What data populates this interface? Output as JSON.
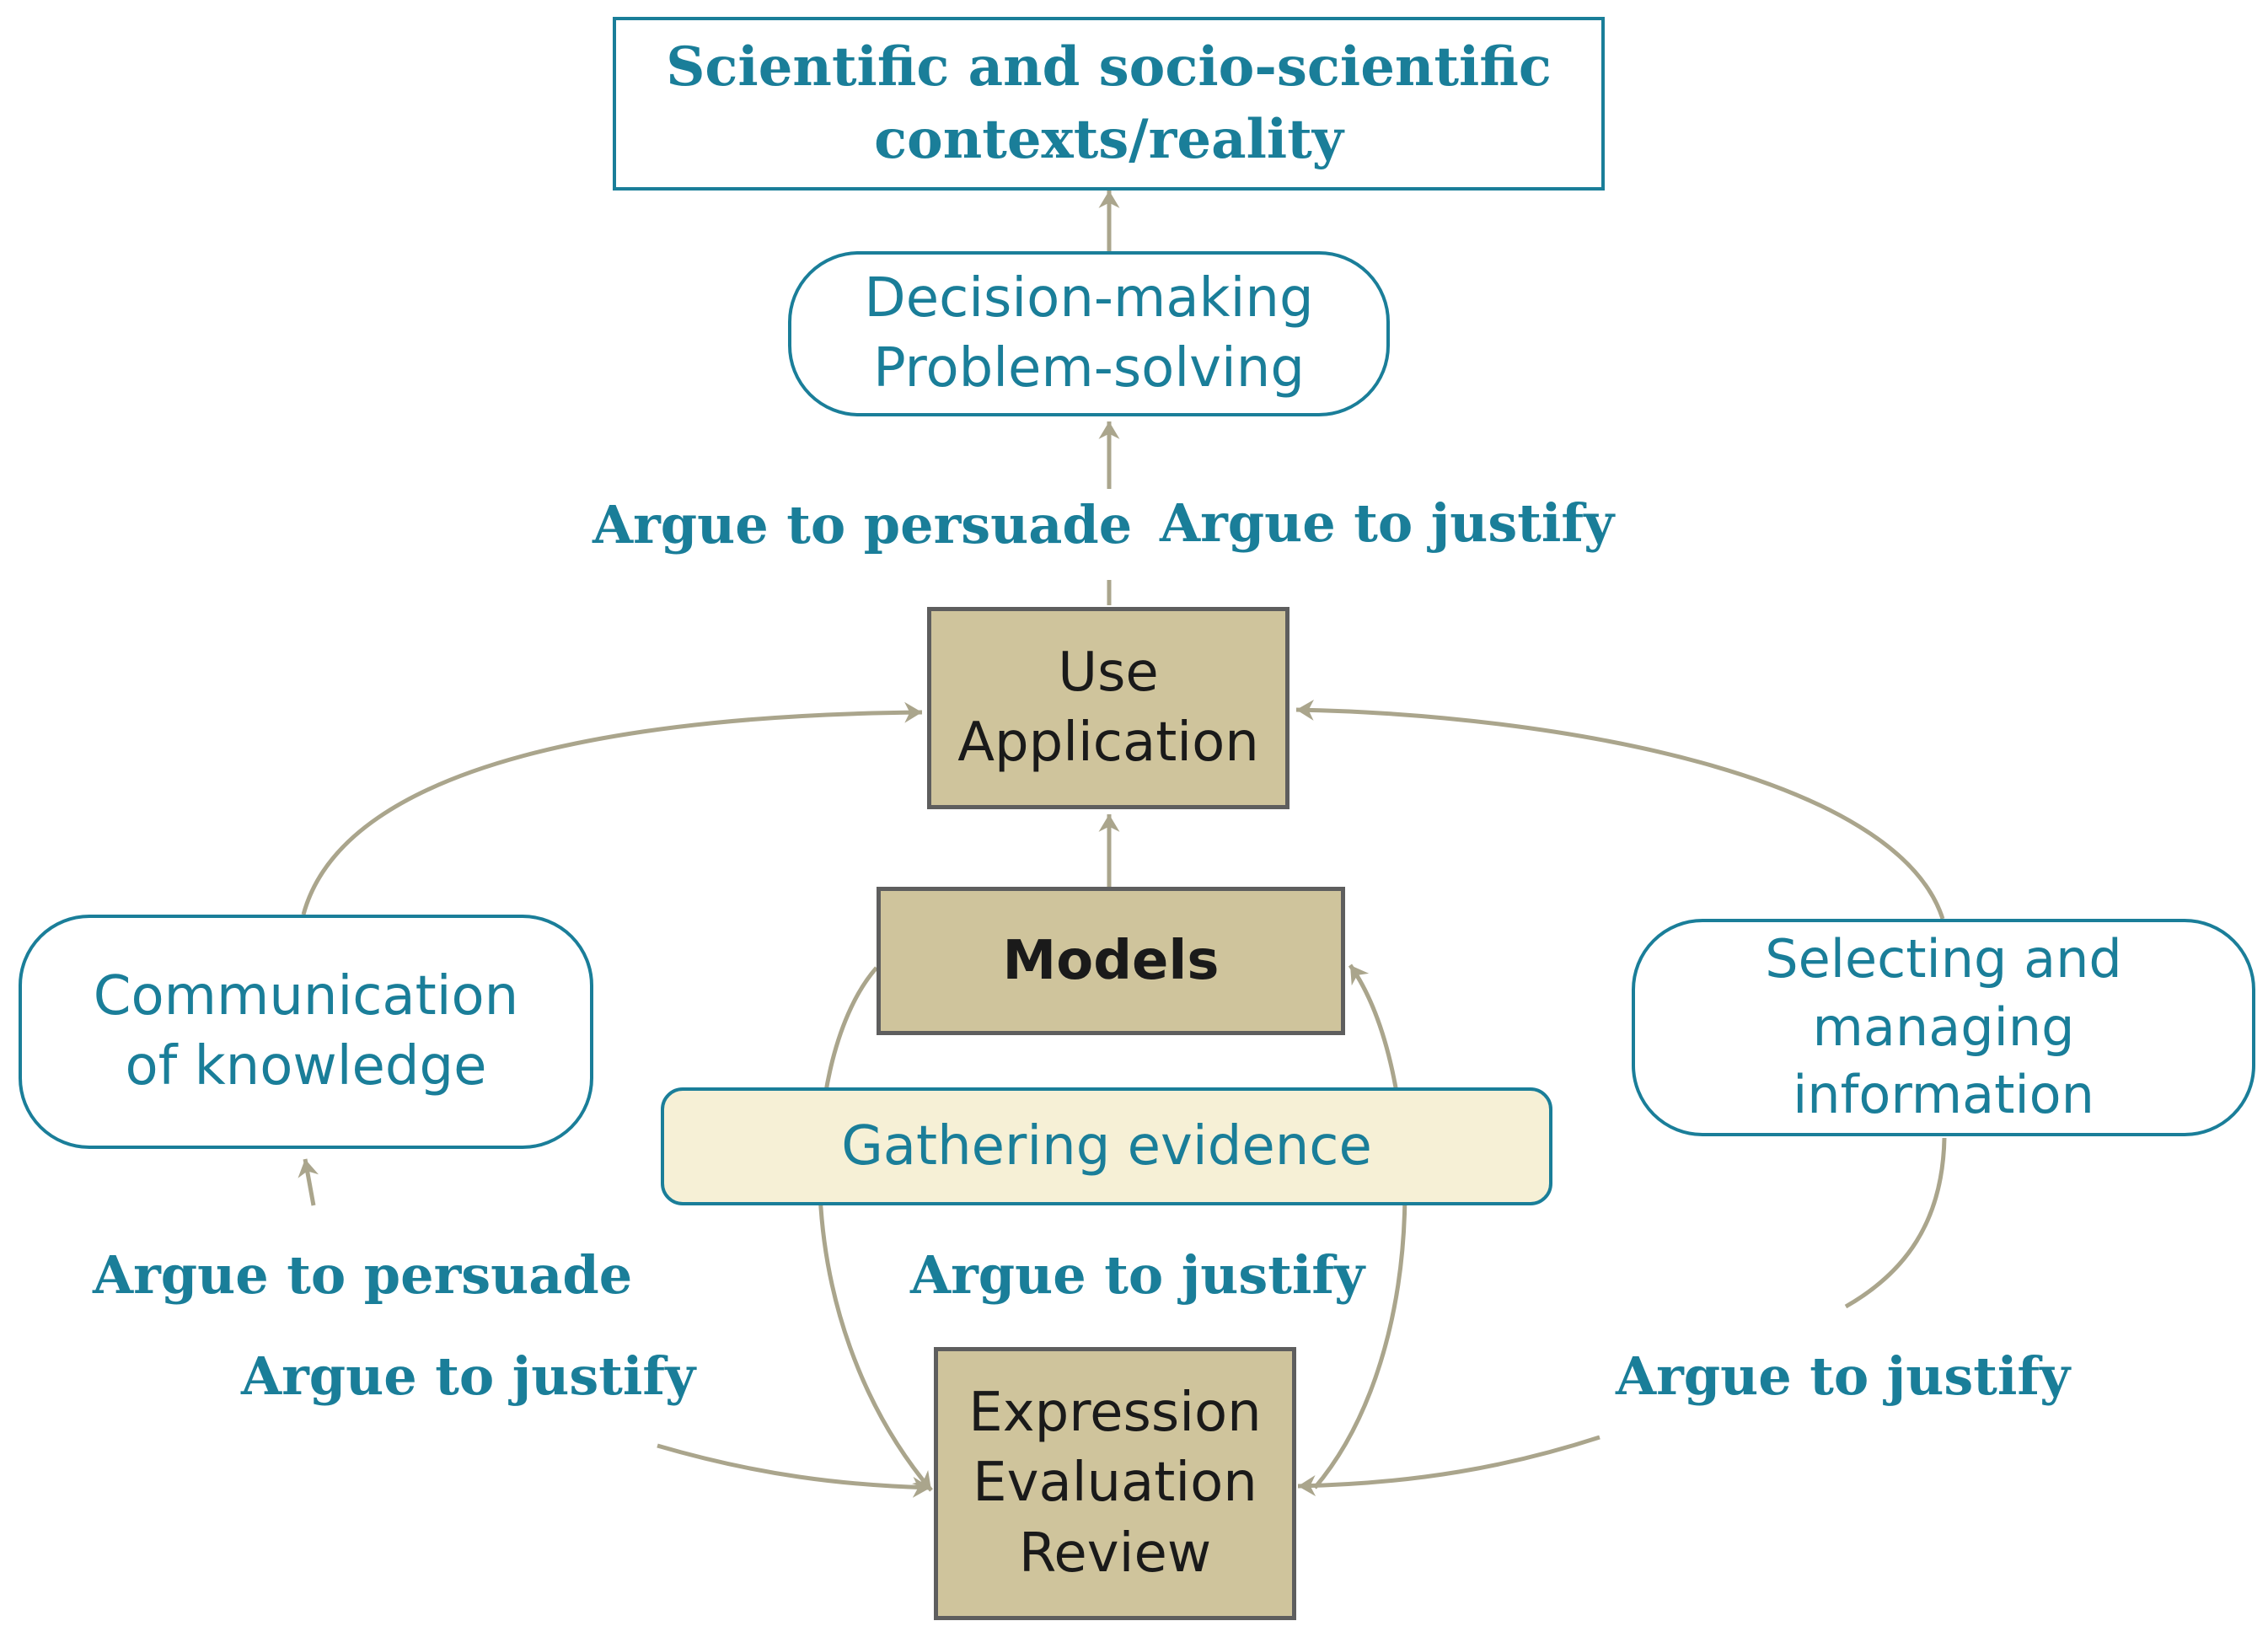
{
  "diagram": {
    "top_box": {
      "lines": [
        "Scientific and socio-scientific",
        "contexts/reality"
      ]
    },
    "decision_box": {
      "lines": [
        "Decision-making",
        "Problem-solving"
      ]
    },
    "use_box": {
      "lines": [
        "Use",
        "Application"
      ]
    },
    "models_box": {
      "label": "Models"
    },
    "gathering_box": {
      "label": "Gathering evidence"
    },
    "communication_box": {
      "lines": [
        "Communication",
        "of knowledge"
      ]
    },
    "selecting_box": {
      "lines": [
        "Selecting and",
        "managing",
        "information"
      ]
    },
    "expression_box": {
      "lines": [
        "Expression",
        "Evaluation",
        "Review"
      ]
    },
    "labels": {
      "argue_persuade_top": "Argue to persuade",
      "argue_justify_top": "Argue to justify",
      "argue_persuade_left": "Argue to persuade",
      "argue_justify_left": "Argue to justify",
      "argue_justify_center": "Argue to justify",
      "argue_justify_right": "Argue to justify"
    },
    "colors": {
      "teal": "#1a7e99",
      "khaki": "#cfc49c",
      "cream": "#f6f0d6",
      "arrow": "#aaa58c"
    }
  }
}
